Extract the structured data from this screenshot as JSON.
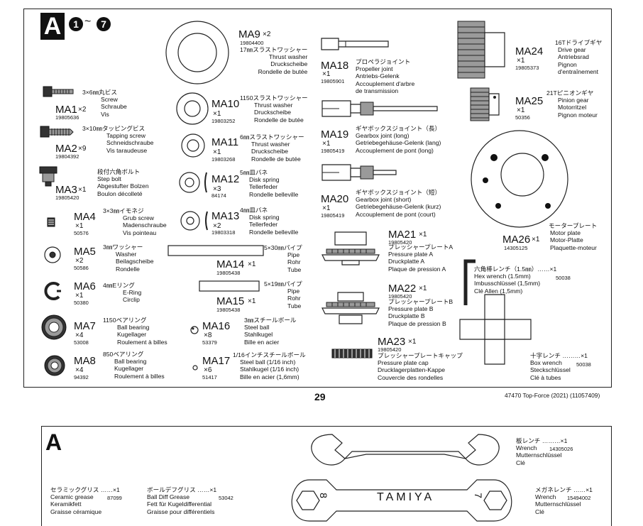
{
  "header": {
    "letter": "A",
    "step_from": "1",
    "tilde": "~",
    "step_to": "7"
  },
  "parts": {
    "ma1": {
      "code": "MA1",
      "qty": "×2",
      "pn": "19805636",
      "lines": [
        "3×6㎜丸ビス",
        "Screw",
        "Schraube",
        "Vis"
      ]
    },
    "ma2": {
      "code": "MA2",
      "qty": "×9",
      "pn": "19804392",
      "lines": [
        "3×10㎜タッピングビス",
        "Tapping screw",
        "Schneidschraube",
        "Vis taraudeuse"
      ]
    },
    "ma3": {
      "code": "MA3",
      "qty": "×1",
      "pn": "19805420",
      "lines": [
        "段付六角ボルト",
        "Step bolt",
        "Abgestufter Bolzen",
        "Boulon décolleté"
      ]
    },
    "ma4": {
      "code": "MA4",
      "qty": "×1",
      "pn": "50576",
      "lines": [
        "3×3㎜イモネジ",
        "Grub screw",
        "Madenschraube",
        "Vis pointeau"
      ]
    },
    "ma5": {
      "code": "MA5",
      "qty": "×2",
      "pn": "50586",
      "lines": [
        "3㎜ワッシャー",
        "Washer",
        "Beilagscheibe",
        "Rondelle"
      ]
    },
    "ma6": {
      "code": "MA6",
      "qty": "×1",
      "pn": "50380",
      "lines": [
        "4㎜Eリング",
        "E-Ring",
        "Circlip"
      ]
    },
    "ma7": {
      "code": "MA7",
      "qty": "×4",
      "pn": "53008",
      "lines": [
        "1150ベアリング",
        "Ball bearing",
        "Kugellager",
        "Roulement à billes"
      ]
    },
    "ma8": {
      "code": "MA8",
      "qty": "×4",
      "pn": "94392",
      "lines": [
        "850ベアリング",
        "Ball bearing",
        "Kugellager",
        "Roulement à billes"
      ]
    },
    "ma9": {
      "code": "MA9",
      "qty": "×2",
      "pn": "19804400",
      "lines": [
        "17㎜スラストワッシャー",
        "Thrust washer",
        "Druckscheibe",
        "Rondelle de butée"
      ]
    },
    "ma10": {
      "code": "MA10",
      "qty": "×1",
      "pn": "19803252",
      "lines": [
        "1150スラストワッシャー",
        "Thrust washer",
        "Druckscheibe",
        "Rondelle de butée"
      ]
    },
    "ma11": {
      "code": "MA11",
      "qty": "×1",
      "pn": "19803268",
      "lines": [
        "6㎜スラストワッシャー",
        "Thrust washer",
        "Druckscheibe",
        "Rondelle de butée"
      ]
    },
    "ma12": {
      "code": "MA12",
      "qty": "×3",
      "pn": "84174",
      "lines": [
        "5㎜皿バネ",
        "Disk spring",
        "Tellerfeder",
        "Rondelle belleville"
      ]
    },
    "ma13": {
      "code": "MA13",
      "qty": "×2",
      "pn": "19803318",
      "lines": [
        "4㎜皿バネ",
        "Disk spring",
        "Tellerfeder",
        "Rondelle belleville"
      ]
    },
    "ma14": {
      "code": "MA14",
      "qty": "×1",
      "pn": "19805438",
      "lines": [
        "5×30㎜パイプ",
        "Pipe",
        "Rohr",
        "Tube"
      ]
    },
    "ma15": {
      "code": "MA15",
      "qty": "×1",
      "pn": "19805438",
      "lines": [
        "5×19㎜パイプ",
        "Pipe",
        "Rohr",
        "Tube"
      ]
    },
    "ma16": {
      "code": "MA16",
      "qty": "×8",
      "pn": "53379",
      "lines": [
        "3㎜スチールボール",
        "Steel ball",
        "Stahlkugel",
        "Bille en acier"
      ]
    },
    "ma17": {
      "code": "MA17",
      "qty": "×6",
      "pn": "51417",
      "lines": [
        "1/16インチスチールボール",
        "Steel ball (1/16 inch)",
        "Stahlkugel (1/16 inch)",
        "Bille en acier (1,6mm)"
      ]
    },
    "ma18": {
      "code": "MA18",
      "qty": "×1",
      "pn": "19805901",
      "lines": [
        "プロペラジョイント",
        "Propeller joint",
        "Antriebs-Gelenk",
        "Accouplement d'arbre",
        "de transmission"
      ]
    },
    "ma19": {
      "code": "MA19",
      "qty": "×1",
      "pn": "19805419",
      "lines": [
        "ギヤボックスジョイント（長）",
        "Gearbox joint (long)",
        "Getriebegehäuse-Gelenk (lang)",
        "Accouplement de pont (long)"
      ]
    },
    "ma20": {
      "code": "MA20",
      "qty": "×1",
      "pn": "19805419",
      "lines": [
        "ギヤボックスジョイント（短）",
        "Gearbox joint (short)",
        "Getriebegehäuse-Gelenk (kurz)",
        "Accouplement de pont (court)"
      ]
    },
    "ma21": {
      "code": "MA21",
      "qty": "×1",
      "pn": "19805420",
      "lines": [
        "プレッシャープレートA",
        "Pressure plate A",
        "Druckplatte A",
        "Plaque de pression A"
      ]
    },
    "ma22": {
      "code": "MA22",
      "qty": "×1",
      "pn": "19805420",
      "lines": [
        "プレッシャープレートB",
        "Pressure plate B",
        "Druckplatte B",
        "Plaque de pression B"
      ]
    },
    "ma23": {
      "code": "MA23",
      "qty": "×1",
      "pn": "19805420",
      "lines": [
        "プレッシャープレートキャップ",
        "Pressure plate cap",
        "Drucklagerplatten-Kappe",
        "Couvercle des rondelles"
      ]
    },
    "ma24": {
      "code": "MA24",
      "qty": "×1",
      "pn": "19805373",
      "lines": [
        "16Tドライブギヤ",
        "Drive gear",
        "Antriebsrad",
        "Pignon",
        "d'entraînement"
      ]
    },
    "ma25": {
      "code": "MA25",
      "qty": "×1",
      "pn": "50356",
      "lines": [
        "21Tピニオンギヤ",
        "Pinion gear",
        "Motorritzel",
        "Pignon moteur"
      ]
    },
    "ma26": {
      "code": "MA26",
      "qty": "×1",
      "pn": "14305125",
      "lines": [
        "モータープレート",
        "Motor plate",
        "Motor-Platte",
        "Plaquette-moteur"
      ]
    }
  },
  "tools": {
    "hex": {
      "lines": [
        "六角棒レンチ（1.5㎜）……×1",
        "Hex wrench (1.5mm)",
        "Imbusschlüssel (1,5mm)",
        "Clé Allen (1,5mm)"
      ],
      "pn": "50038"
    },
    "box": {
      "lines": [
        "十字レンチ ………×1",
        "Box wrench",
        "Steckschlüssel",
        "Clé à tubes"
      ],
      "pn": "50038"
    }
  },
  "footer": {
    "page_number": "29",
    "kit_info": "47470 Top-Force (2021) (11057409)"
  },
  "bottom_panel": {
    "letter": "A",
    "ceramic": {
      "lines": [
        "セラミックグリス ……×1",
        "Ceramic grease",
        "Keramikfett",
        "Graisse céramique"
      ],
      "pn": "87099"
    },
    "ball_diff": {
      "lines": [
        "ボールデフグリス ……×1",
        "Ball Diff Grease",
        "Fett für Kugeldifferential",
        "Graisse pour différentiels"
      ],
      "pn": "53042"
    },
    "wrench": {
      "lines": [
        "板レンチ ………×1",
        "Wrench",
        "Mutternschlüssel",
        "Clé"
      ],
      "pn": "14305026"
    },
    "mega_wrench": {
      "lines": [
        "メガネレンチ ……×1",
        "Wrench",
        "Mutternschlüssel",
        "Clé"
      ],
      "pn": "15494002"
    },
    "brand": "TAMIYA",
    "wrench_size_left": "8",
    "wrench_size_right": "7"
  }
}
